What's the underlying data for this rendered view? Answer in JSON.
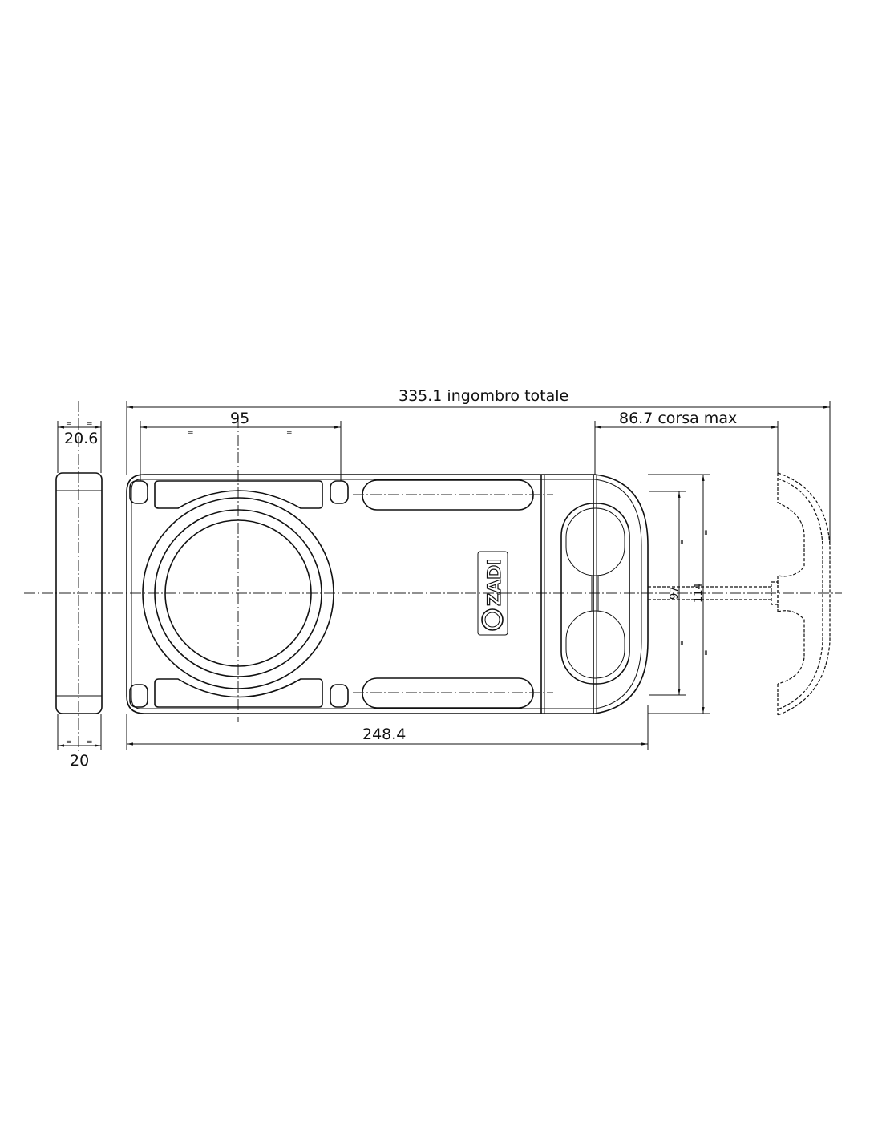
{
  "dimensions": {
    "overall_length": "335.1 ingombro totale",
    "hole_spacing": "95",
    "max_stroke": "86.7 corsa max",
    "body_length": "248.4",
    "side_top_thickness": "20.6",
    "side_bottom_thickness": "20",
    "inner_height": "97",
    "outer_height": "114"
  },
  "equal_mark": "=",
  "brand_logo": "ZADI"
}
